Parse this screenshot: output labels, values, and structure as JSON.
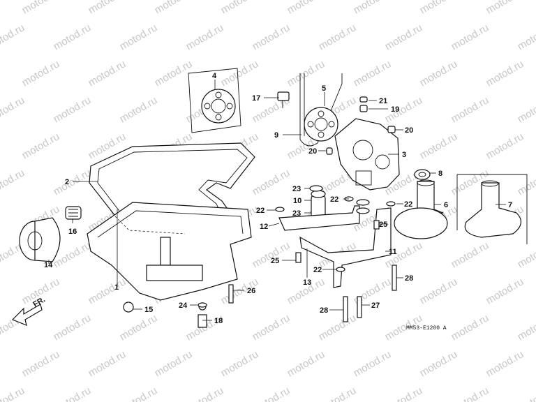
{
  "watermark": "motod.ru",
  "diagram_code": "MM53-E1200 A",
  "front_marker": "FR.",
  "callouts": [
    "1",
    "2",
    "3",
    "4",
    "5",
    "6",
    "7",
    "8",
    "9",
    "10",
    "11",
    "12",
    "13",
    "14",
    "15",
    "16",
    "17",
    "18",
    "19",
    "20",
    "20",
    "21",
    "22",
    "22",
    "22",
    "22",
    "23",
    "23",
    "24",
    "25",
    "25",
    "26",
    "27",
    "28",
    "28"
  ]
}
